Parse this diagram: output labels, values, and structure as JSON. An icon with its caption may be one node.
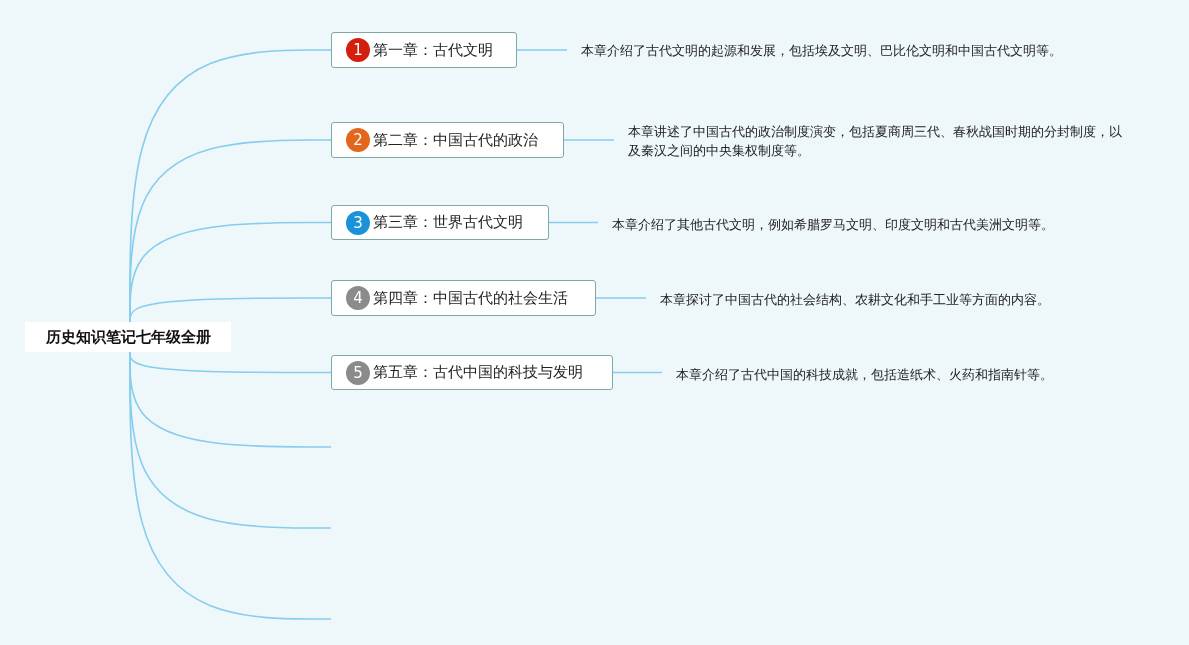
{
  "diagram": {
    "nodes": [
      {
        "text": [
          "历史知识笔记七年级全册"
        ]
      },
      {
        "text": [
          "1",
          "第一章：古代文明"
        ]
      },
      {
        "text": [
          "2",
          "第二章：中国古代的政治"
        ]
      },
      {
        "text": [
          "3",
          "第三章：世界古代文明"
        ]
      },
      {
        "text": [
          "4",
          "第四章：中国古代的社会生活"
        ]
      },
      {
        "text": [
          "5",
          "第五章：古代中国的科技与发明"
        ]
      },
      {
        "text": [
          "本章介绍了古代文明的起源和发展，包括埃及文明、巴比伦文明和中国古代文明等。"
        ]
      },
      {
        "text": [
          "本章讲述了中国古代的政治制度演变，包括夏商周三代、春秋战国时期的分封制度，以及秦汉之间的中央集权制度等。"
        ]
      },
      {
        "text": [
          "本章介绍了其他古代文明，例如希腊罗马文明、印度文明和古代美洲文明等。"
        ]
      },
      {
        "text": [
          "本章探讨了中国古代的社会结构、农耕文化和手工业等方面的内容。"
        ]
      },
      {
        "text": [
          "本章介绍了古代中国的科技成就，包括造纸术、火药和指南针等。"
        ]
      }
    ],
    "edges": [
      {
        "from": 0,
        "to": 1,
        "arrow": "none"
      },
      {
        "from": 0,
        "to": 2,
        "arrow": "none"
      },
      {
        "from": 0,
        "to": 3,
        "arrow": "none"
      },
      {
        "from": 0,
        "to": 4,
        "arrow": "none"
      },
      {
        "from": 0,
        "to": 5,
        "arrow": "none"
      },
      {
        "from": 0,
        "to": null,
        "arrow": "none"
      },
      {
        "from": 0,
        "to": null,
        "arrow": "none"
      },
      {
        "from": 0,
        "to": null,
        "arrow": "none"
      },
      {
        "from": 1,
        "to": 6,
        "arrow": "none"
      },
      {
        "from": 2,
        "to": 7,
        "arrow": "none"
      },
      {
        "from": 3,
        "to": 8,
        "arrow": "none"
      },
      {
        "from": 4,
        "to": 9,
        "arrow": "none"
      },
      {
        "from": 5,
        "to": 10,
        "arrow": "none"
      }
    ]
  }
}
